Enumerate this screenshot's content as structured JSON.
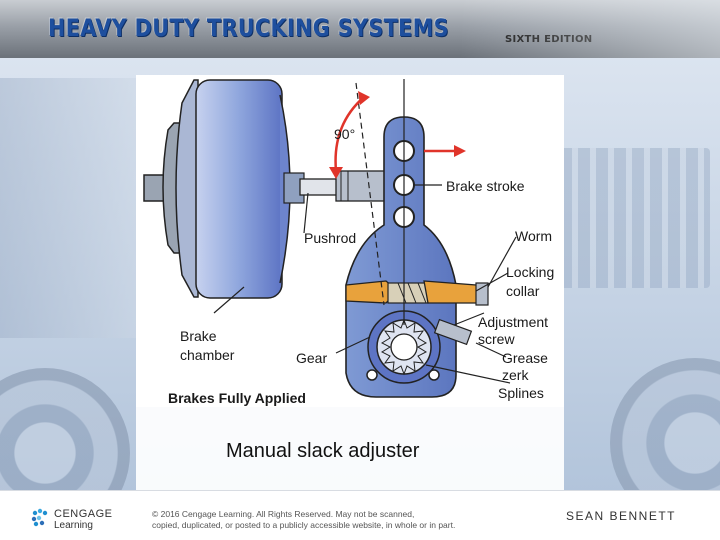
{
  "header": {
    "title": "HEAVY DUTY TRUCKING SYSTEMS",
    "edition": "SIXTH EDITION"
  },
  "diagram": {
    "angle_label": "90°",
    "labels": {
      "brake_stroke": "Brake stroke",
      "pushrod": "Pushrod",
      "worm": "Worm",
      "locking": "Locking",
      "collar": "collar",
      "adjustment": "Adjustment",
      "screw": "screw",
      "brake": "Brake",
      "chamber": "chamber",
      "gear": "Gear",
      "grease": "Grease",
      "zerk": "zerk",
      "splines": "Splines",
      "state": "Brakes Fully Applied"
    },
    "colors": {
      "chamber_blue": "#8fa6dd",
      "arrow_red": "#e0342a",
      "gear_blue": "#5d74c4",
      "collar_orange": "#e8a23c"
    }
  },
  "caption": "Manual slack adjuster",
  "footer": {
    "logo_name": "CENGAGE",
    "logo_sub": "Learning",
    "copyright_line1": "© 2016 Cengage Learning. All Rights Reserved. May not be scanned,",
    "copyright_line2": "copied, duplicated, or posted to a publicly accessible website, in whole or in part.",
    "author": "SEAN BENNETT"
  }
}
